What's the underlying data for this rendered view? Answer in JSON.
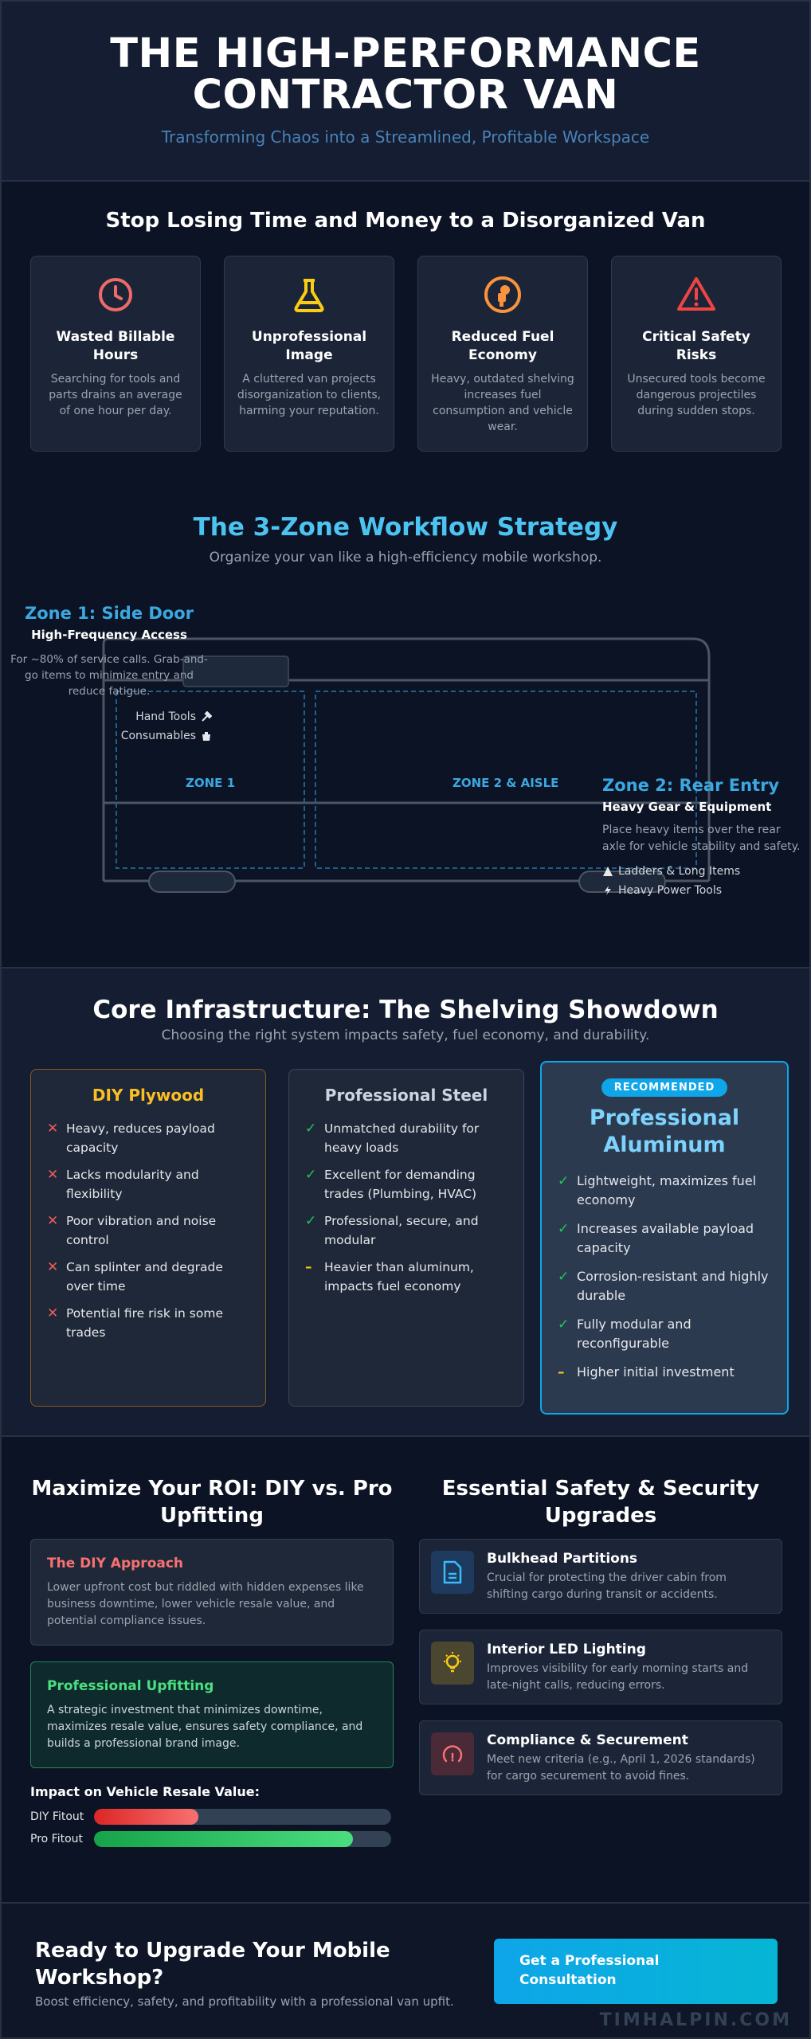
{
  "hero": {
    "title": "THE HIGH-PERFORMANCE CONTRACTOR VAN",
    "subtitle": "Transforming Chaos into a Streamlined, Profitable Workspace"
  },
  "problems": {
    "title": "Stop Losing Time and Money to a Disorganized Van",
    "cards": [
      {
        "icon": "clock-icon",
        "color": "#f06a6a",
        "title": "Wasted Billable Hours",
        "text": "Searching for tools and parts drains an average of one hour per day."
      },
      {
        "icon": "flask-icon",
        "color": "#facc15",
        "title": "Unprofessional Image",
        "text": "A cluttered van projects disorganization to clients, harming your reputation."
      },
      {
        "icon": "fuel-icon",
        "color": "#fb923c",
        "title": "Reduced Fuel Economy",
        "text": "Heavy, outdated shelving increases fuel consumption and vehicle wear."
      },
      {
        "icon": "warning-icon",
        "color": "#ef4444",
        "title": "Critical Safety Risks",
        "text": "Unsecured tools become dangerous projectiles during sudden stops."
      }
    ]
  },
  "strategy": {
    "title": "The 3-Zone Workflow Strategy",
    "subtitle": "Organize your van like a high-efficiency mobile workshop.",
    "zone1": {
      "title": "Zone 1: Side Door",
      "subtitle": "High-Frequency Access",
      "text": "For ~80% of service calls. Grab-and-go items to minimize entry and reduce fatigue.",
      "items": [
        "Hand Tools",
        "Consumables"
      ],
      "label": "ZONE 1"
    },
    "zone2": {
      "title": "Zone 2: Rear Entry",
      "subtitle": "Heavy Gear & Equipment",
      "text": "Place heavy items over the rear axle for vehicle stability and safety.",
      "items": [
        "Ladders & Long Items",
        "Heavy Power Tools"
      ],
      "label": "ZONE 2 & AISLE"
    }
  },
  "shelving": {
    "title": "Core Infrastructure: The Shelving Showdown",
    "subtitle": "Choosing the right system impacts safety, fuel economy, and durability.",
    "options": [
      {
        "title": "DIY Plywood",
        "color": "#fbbf24",
        "points": [
          {
            "mark": "✕",
            "kind": "x",
            "text": "Heavy, reduces payload capacity"
          },
          {
            "mark": "✕",
            "kind": "x",
            "text": "Lacks modularity and flexibility"
          },
          {
            "mark": "✕",
            "kind": "x",
            "text": "Poor vibration and noise control"
          },
          {
            "mark": "✕",
            "kind": "x",
            "text": "Can splinter and degrade over time"
          },
          {
            "mark": "✕",
            "kind": "x",
            "text": "Potential fire risk in some trades"
          }
        ]
      },
      {
        "title": "Professional Steel",
        "color": "#cbd5e1",
        "points": [
          {
            "mark": "✓",
            "kind": "c",
            "text": "Unmatched durability for heavy loads"
          },
          {
            "mark": "✓",
            "kind": "c",
            "text": "Excellent for demanding trades (Plumbing, HVAC)"
          },
          {
            "mark": "✓",
            "kind": "c",
            "text": "Professional, secure, and modular"
          },
          {
            "mark": "–",
            "kind": "d",
            "text": "Heavier than aluminum, impacts fuel economy"
          }
        ]
      },
      {
        "badge": "RECOMMENDED",
        "title": "Professional Aluminum",
        "color": "#7dd3fc",
        "points": [
          {
            "mark": "✓",
            "kind": "c",
            "text": "Lightweight, maximizes fuel economy"
          },
          {
            "mark": "✓",
            "kind": "c",
            "text": "Increases available payload capacity"
          },
          {
            "mark": "✓",
            "kind": "c",
            "text": "Corrosion-resistant and highly durable"
          },
          {
            "mark": "✓",
            "kind": "c",
            "text": "Fully modular and reconfigurable"
          },
          {
            "mark": "–",
            "kind": "d",
            "text": "Higher initial investment"
          }
        ]
      }
    ]
  },
  "roi": {
    "title": "Maximize Your ROI: DIY vs. Pro Upfitting",
    "diy": {
      "title": "The DIY Approach",
      "text": "Lower upfront cost but riddled with hidden expenses like business downtime, lower vehicle resale value, and potential compliance issues."
    },
    "pro": {
      "title": "Professional Upfitting",
      "text": "A strategic investment that minimizes downtime, maximizes resale value, ensures safety compliance, and builds a professional brand image."
    },
    "resale": {
      "title": "Impact on Vehicle Resale Value:",
      "bars": [
        {
          "label": "DIY Fitout",
          "fraction": 0.35
        },
        {
          "label": "Pro Fitout",
          "fraction": 0.87
        }
      ]
    }
  },
  "safety": {
    "title": "Essential Safety & Security Upgrades",
    "items": [
      {
        "icon": "document-icon",
        "title": "Bulkhead Partitions",
        "text": "Crucial for protecting the driver cabin from shifting cargo during transit or accidents."
      },
      {
        "icon": "lightbulb-icon",
        "title": "Interior LED Lighting",
        "text": "Improves visibility for early morning starts and late-night calls, reducing errors."
      },
      {
        "icon": "gauge-icon",
        "title": "Compliance & Securement",
        "text": "Meet new criteria (e.g., April 1, 2026 standards) for cargo securement to avoid fines."
      }
    ]
  },
  "cta": {
    "title": "Ready to Upgrade Your Mobile Workshop?",
    "subtitle": "Boost efficiency, safety, and profitability with a professional van upfit.",
    "button": "Get a Professional Consultation",
    "watermark": "TIMHALPIN.COM"
  }
}
